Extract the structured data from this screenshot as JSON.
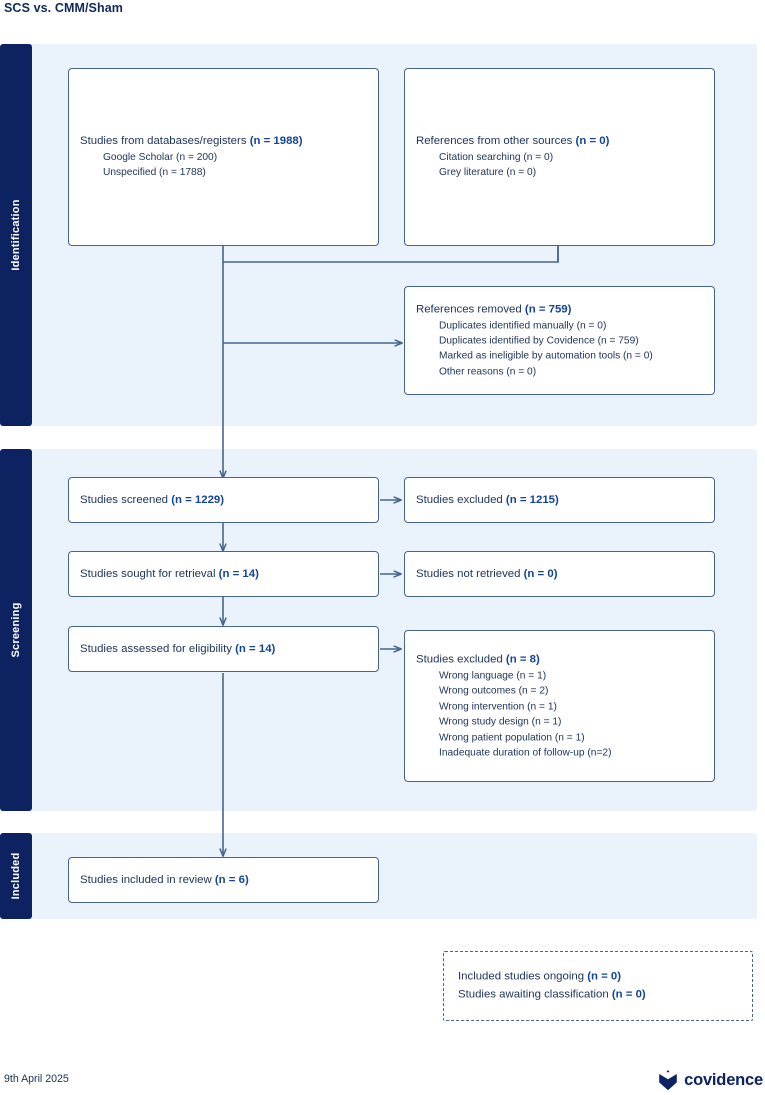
{
  "title": "SCS vs. CMM/Sham",
  "colors": {
    "band_background": "#eaf2fb",
    "band_label_background": "#0d2361",
    "box_border": "#46648f",
    "accent_count": "#12439e",
    "text": "#20365c",
    "brand": "#0d2361"
  },
  "bands": [
    {
      "key": "identification",
      "label": "Identification"
    },
    {
      "key": "screening",
      "label": "Screening"
    },
    {
      "key": "included",
      "label": "Included"
    }
  ],
  "boxes": {
    "databases": {
      "main_text": "Studies from databases/registers ",
      "main_count": "(n = 1988)",
      "sub_items": [
        "Google Scholar (n = 200)",
        "Unspecified (n = 1788)"
      ]
    },
    "other_sources": {
      "main_text": "References from other sources ",
      "main_count": "(n = 0)",
      "sub_items": [
        "Citation searching (n = 0)",
        "Grey literature (n = 0)"
      ]
    },
    "references_removed": {
      "main_text": "References removed ",
      "main_count": "(n = 759)",
      "sub_items": [
        "Duplicates identified manually (n = 0)",
        "Duplicates identified by Covidence (n = 759)",
        "Marked as ineligible by automation tools (n = 0)",
        "Other reasons (n = 0)"
      ]
    },
    "studies_screened": {
      "main_text": "Studies screened ",
      "main_count": "(n = 1229)"
    },
    "studies_excluded_screening": {
      "main_text": "Studies excluded ",
      "main_count": "(n = 1215)"
    },
    "sought_retrieval": {
      "main_text": "Studies sought for retrieval ",
      "main_count": "(n = 14)"
    },
    "not_retrieved": {
      "main_text": "Studies not retrieved ",
      "main_count": "(n = 0)"
    },
    "assessed_eligibility": {
      "main_text": "Studies assessed for eligibility ",
      "main_count": "(n = 14)"
    },
    "studies_excluded_eligibility": {
      "main_text": "Studies excluded ",
      "main_count": "(n = 8)",
      "sub_items": [
        "Wrong language (n = 1)",
        "Wrong outcomes (n = 2)",
        "Wrong intervention (n = 1)",
        "Wrong study design (n = 1)",
        "Wrong patient population (n = 1)",
        "Inadequate duration of follow-up (n=2)"
      ]
    },
    "included_in_review": {
      "main_text": "Studies included in review ",
      "main_count": "(n = 6)"
    },
    "ongoing_awaiting": {
      "line1_text": "Included studies ongoing ",
      "line1_count": "(n = 0)",
      "line2_text": "Studies awaiting classification ",
      "line2_count": "(n = 0)"
    }
  },
  "footer": {
    "date": "9th April 2025",
    "brand_name": "covidence"
  }
}
